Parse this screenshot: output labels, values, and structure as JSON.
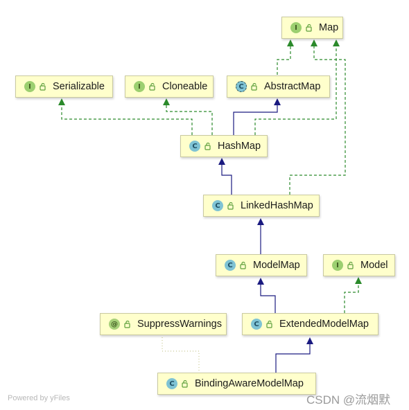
{
  "nodes": {
    "map": {
      "kind": "I",
      "label": "Map"
    },
    "serializable": {
      "kind": "I",
      "label": "Serializable"
    },
    "cloneable": {
      "kind": "I",
      "label": "Cloneable"
    },
    "abstract_map": {
      "kind": "C",
      "label": "AbstractMap"
    },
    "hash_map": {
      "kind": "C",
      "label": "HashMap"
    },
    "linked_hash_map": {
      "kind": "C",
      "label": "LinkedHashMap"
    },
    "model_map": {
      "kind": "C",
      "label": "ModelMap"
    },
    "model": {
      "kind": "I",
      "label": "Model"
    },
    "suppress_warnings": {
      "kind": "@",
      "label": "SuppressWarnings"
    },
    "extended_model_map": {
      "kind": "C",
      "label": "ExtendedModelMap"
    },
    "binding_aware_model_map": {
      "kind": "C",
      "label": "BindingAwareModelMap"
    }
  },
  "colors": {
    "extends_edge": "#1a1a80",
    "implements_edge": "#2b8a2b",
    "annotation_edge": "#c8c890",
    "node_fill": "#ffffcc"
  },
  "footer": {
    "powered_by": "Powered by yFiles",
    "watermark": "CSDN @流烟默"
  }
}
